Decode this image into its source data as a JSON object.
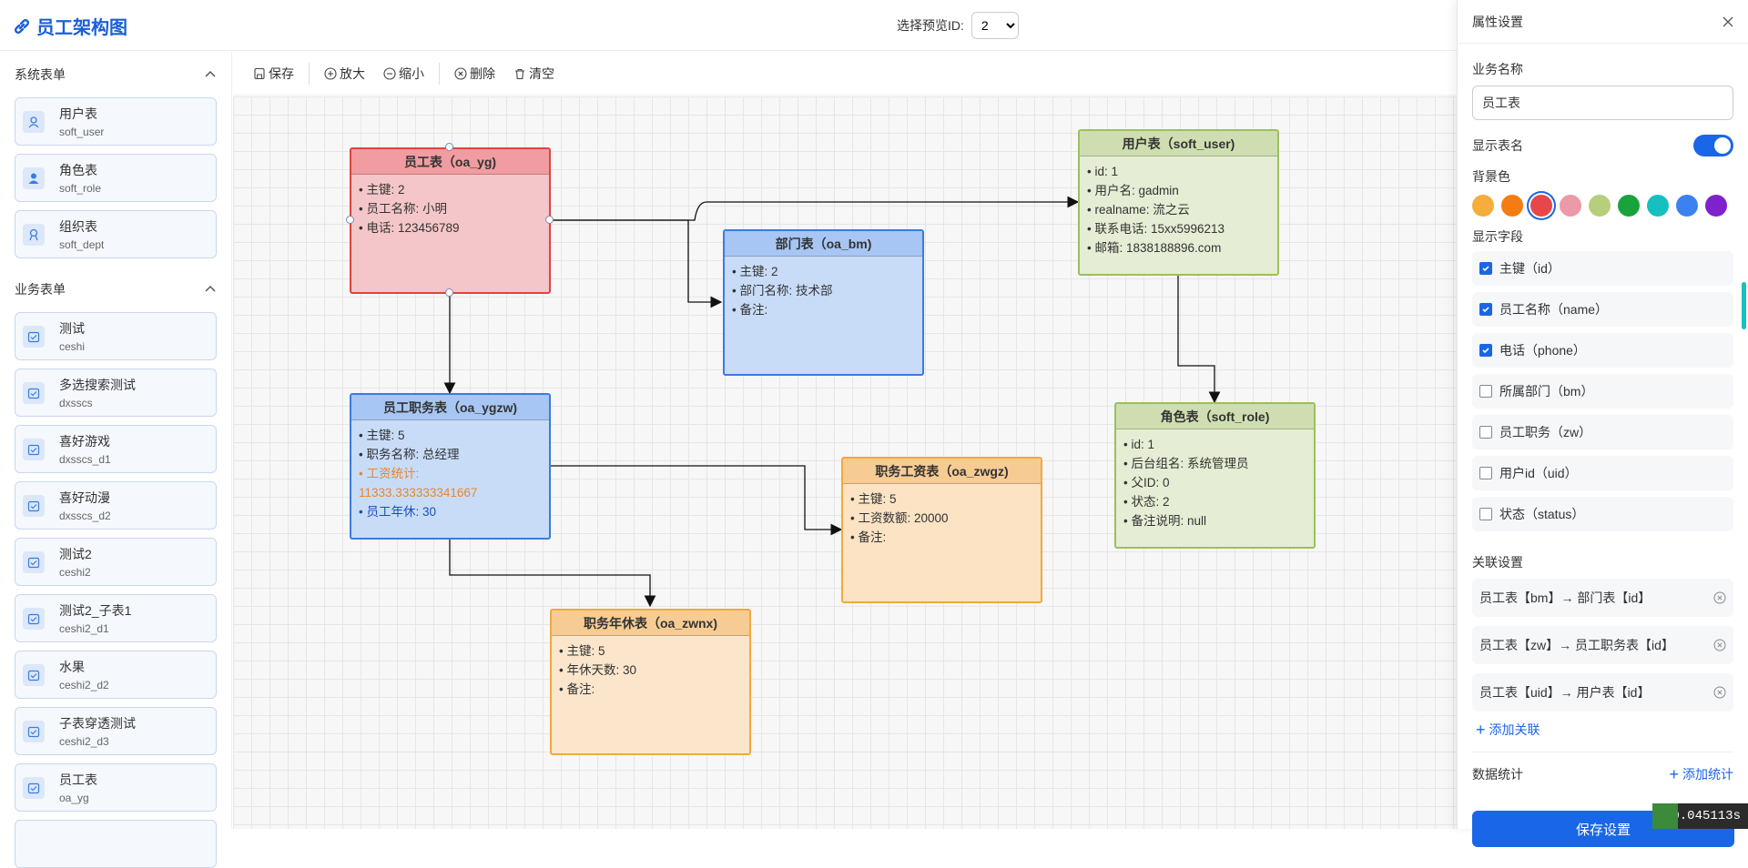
{
  "app": {
    "title": "员工架构图"
  },
  "preview": {
    "label": "选择预览ID:",
    "value": "2"
  },
  "sidebar": {
    "groups": [
      {
        "title": "系统表单",
        "items": [
          {
            "name": "用户表",
            "code": "soft_user",
            "icon": "user-icon"
          },
          {
            "name": "角色表",
            "code": "soft_role",
            "icon": "user-solid-icon"
          },
          {
            "name": "组织表",
            "code": "soft_dept",
            "icon": "org-icon"
          }
        ]
      },
      {
        "title": "业务表单",
        "items": [
          {
            "name": "测试",
            "code": "ceshi",
            "icon": "form-icon"
          },
          {
            "name": "多选搜索测试",
            "code": "dxsscs",
            "icon": "form-icon"
          },
          {
            "name": "喜好游戏",
            "code": "dxsscs_d1",
            "icon": "form-icon"
          },
          {
            "name": "喜好动漫",
            "code": "dxsscs_d2",
            "icon": "form-icon"
          },
          {
            "name": "测试2",
            "code": "ceshi2",
            "icon": "form-icon"
          },
          {
            "name": "测试2_子表1",
            "code": "ceshi2_d1",
            "icon": "form-icon"
          },
          {
            "name": "水果",
            "code": "ceshi2_d2",
            "icon": "form-icon"
          },
          {
            "name": "子表穿透测试",
            "code": "ceshi2_d3",
            "icon": "form-icon"
          },
          {
            "name": "员工表",
            "code": "oa_yg",
            "icon": "form-icon"
          }
        ]
      }
    ]
  },
  "toolbar": {
    "save": "保存",
    "zoom_in": "放大",
    "zoom_out": "缩小",
    "delete": "删除",
    "clear": "清空"
  },
  "nodes": {
    "yg": {
      "title": "员工表（oa_yg)",
      "lines": [
        "• 主键: 2",
        "• 员工名称: 小明",
        "• 电话: 123456789"
      ],
      "color": "#f5c6c9",
      "header": "#f19ca1",
      "border": "#e0443f"
    },
    "bm": {
      "title": "部门表（oa_bm)",
      "lines": [
        "• 主键: 2",
        "• 部门名称: 技术部",
        "• 备注:"
      ],
      "color": "#c8dcf8",
      "header": "#a8c6f3",
      "border": "#3b7be0"
    },
    "user": {
      "title": "用户表（soft_user)",
      "lines": [
        "• id: 1",
        "• 用户名: gadmin",
        "• realname: 流之云",
        "• 联系电话: 15xx5996213",
        "• 邮箱: 1838188896.com"
      ],
      "color": "#e5edd4",
      "header": "#cfdeb0",
      "border": "#9cbf5c"
    },
    "ygzw": {
      "title": "员工职务表（oa_ygzw)",
      "lines": [
        "• 主键: 5",
        "• 职务名称: 总经理"
      ],
      "hl1": "• 工资统计:",
      "hl2": "11333.333333341667",
      "last": "• 员工年休: 30",
      "color": "#c8dcf8",
      "header": "#a8c6f3",
      "border": "#3b7be0"
    },
    "zwgz": {
      "title": "职务工资表（oa_zwgz)",
      "lines": [
        "• 主键: 5",
        "• 工资数额: 20000",
        "• 备注:"
      ],
      "color": "#fbe3c4",
      "header": "#f6cc94",
      "border": "#f0a840"
    },
    "role": {
      "title": "角色表（soft_role)",
      "lines": [
        "• id: 1",
        "• 后台组名: 系统管理员",
        "• 父ID: 0",
        "• 状态: 2",
        "• 备注说明: null"
      ],
      "color": "#e5edd4",
      "header": "#cfdeb0",
      "border": "#9cbf5c"
    },
    "zwnx": {
      "title": "职务年休表（oa_zwnx)",
      "lines": [
        "• 主键: 5",
        "• 年休天数: 30",
        "• 备注:"
      ],
      "color": "#fbe6cc",
      "header": "#f6cc94",
      "border": "#f0a840"
    }
  },
  "panel": {
    "title": "属性设置",
    "biz_name_label": "业务名称",
    "biz_name_value": "员工表",
    "show_name_label": "显示表名",
    "bg_label": "背景色",
    "colors": [
      "#f6ad3c",
      "#f57c12",
      "#e84749",
      "#ec9aa7",
      "#b5cf7a",
      "#1aa33b",
      "#17c0c0",
      "#3b82f0",
      "#7e22ce"
    ],
    "fields_label": "显示字段",
    "fields": [
      {
        "label": "主键（id）",
        "checked": true
      },
      {
        "label": "员工名称（name）",
        "checked": true
      },
      {
        "label": "电话（phone）",
        "checked": true
      },
      {
        "label": "所属部门（bm）",
        "checked": false
      },
      {
        "label": "员工职务（zw）",
        "checked": false
      },
      {
        "label": "用户id（uid）",
        "checked": false
      },
      {
        "label": "状态（status）",
        "checked": false
      }
    ],
    "relations_label": "关联设置",
    "relations": [
      "员工表【bm】→ 部门表【id】",
      "员工表【zw】→ 员工职务表【id】",
      "员工表【uid】→ 用户表【id】"
    ],
    "add_relation": "添加关联",
    "stats_label": "数据统计",
    "add_stats": "添加统计",
    "save_button": "保存设置"
  },
  "timer": "0.045113s"
}
